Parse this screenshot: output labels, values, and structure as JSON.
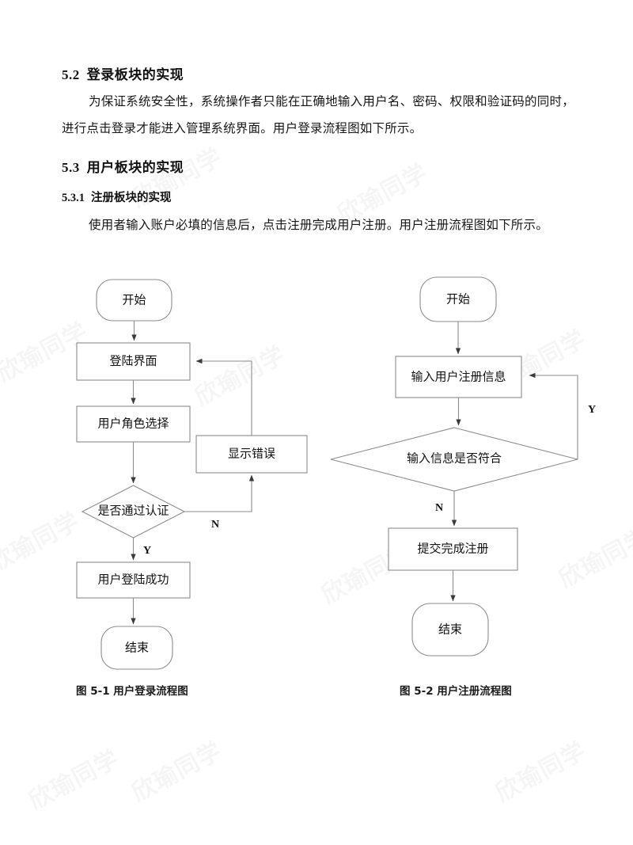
{
  "document": {
    "watermark_text": "欣瑜同学",
    "sections": [
      {
        "id": "sec-5-2",
        "number": "5.2",
        "title": "登录板块的实现",
        "level": 2
      },
      {
        "id": "sec-5-3",
        "number": "5.3",
        "title": "用户板块的实现",
        "level": 2
      },
      {
        "id": "sec-5-3-1",
        "number": "5.3.1",
        "title": "注册板块的实现",
        "level": 3
      }
    ],
    "paragraphs": [
      {
        "id": "para-login",
        "text": "为保证系统安全性，系统操作者只能在正确地输入用户名、密码、权限和验证码的同时，进行点击登录才能进入管理系统界面。用户登录流程图如下所示。"
      },
      {
        "id": "para-register",
        "text": "使用者输入账户必填的信息后，点击注册完成用户注册。用户注册流程图如下所示。"
      }
    ]
  },
  "figures": [
    {
      "id": "fig-5-1",
      "caption": "图 5-1 用户登录流程图",
      "nodes": {
        "start": "开始",
        "login_page": "登陆界面",
        "role_select": "用户角色选择",
        "decision": "是否通过认证",
        "show_error": "显示错误",
        "login_success": "用户登陆成功",
        "end": "结束"
      },
      "edge_labels": {
        "yes": "Y",
        "no": "N"
      }
    },
    {
      "id": "fig-5-2",
      "caption": "图 5-2 用户注册流程图",
      "nodes": {
        "start": "开始",
        "input_info": "输入用户注册信息",
        "decision": "输入信息是否符合",
        "submit": "提交完成注册",
        "end": "结束"
      },
      "edge_labels": {
        "yes": "Y",
        "no": "N"
      }
    }
  ],
  "colors": {
    "page_background": "#ffffff",
    "text": "#161616",
    "shape_stroke": "#8d8d8d",
    "shape_fill": "#ffffff",
    "watermark": "#000000"
  }
}
